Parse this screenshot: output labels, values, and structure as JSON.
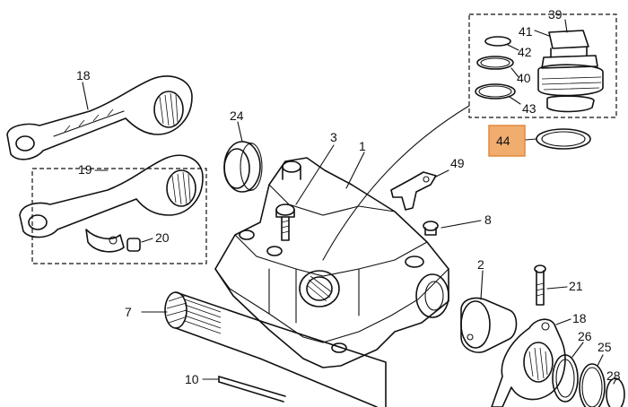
{
  "callouts": {
    "c39": "39",
    "c41": "41",
    "c42": "42",
    "c40": "40",
    "c43": "43",
    "c44": "44",
    "c18a": "18",
    "c19": "19",
    "c20": "20",
    "c24": "24",
    "c3": "3",
    "c1": "1",
    "c49": "49",
    "c8": "8",
    "c2": "2",
    "c21": "21",
    "c7": "7",
    "c10": "10",
    "c18b": "18",
    "c26": "26",
    "c25": "25",
    "c28": "28"
  },
  "highlight": {
    "fill": "#f0ad6e",
    "stroke": "#e08a3c"
  }
}
